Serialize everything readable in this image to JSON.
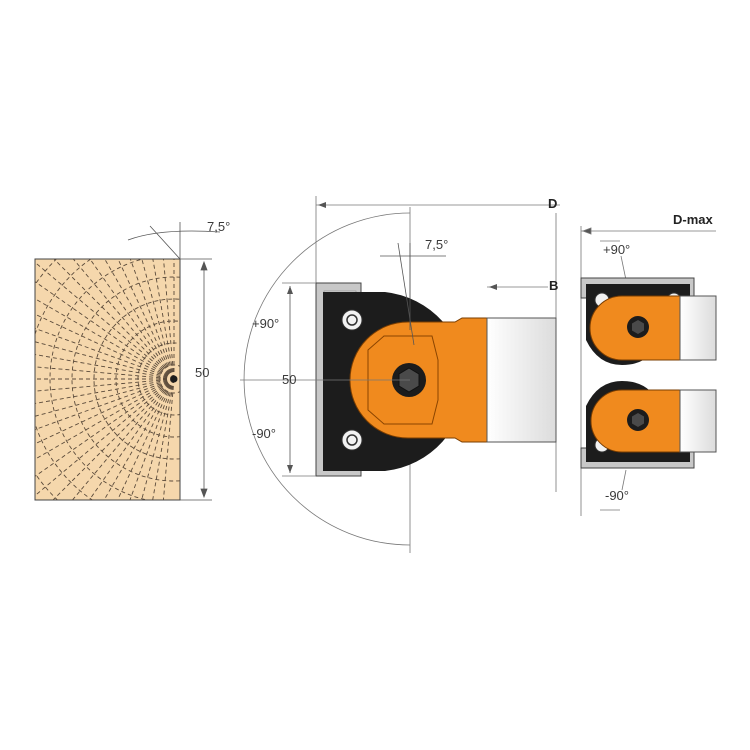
{
  "colors": {
    "wood": "#f5d7ac",
    "wood_grain": "#5a4a3a",
    "cutter_orange": "#f08a1e",
    "body_black": "#1c1c1c",
    "plate_gray": "#c8c8c8",
    "blade_light": "#eeeeee",
    "dimension_line": "#555555"
  },
  "labels": {
    "angle_wood": "7,5°",
    "height_wood": "50",
    "plus_90": "+90°",
    "height_main": "50",
    "minus_90": "-90°",
    "angle_cutter": "7,5°",
    "dim_d": "D",
    "dim_b": "B",
    "dim_dmax": "D-max",
    "plus_90_small": "+90°",
    "minus_90_small": "-90°"
  },
  "icons": {
    "hex_socket": "hex-socket-icon",
    "screw": "screw-icon"
  }
}
